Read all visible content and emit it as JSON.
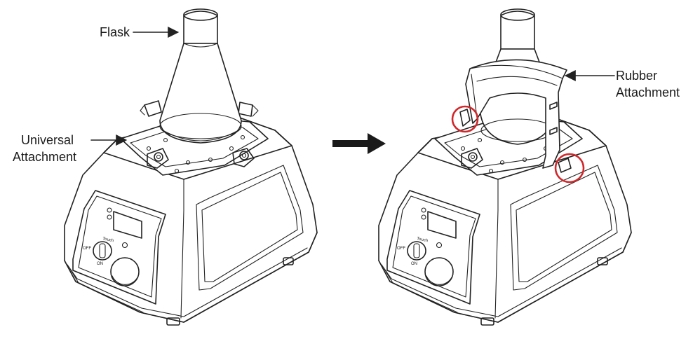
{
  "labels": {
    "flask": "Flask",
    "universal_line1": "Universal",
    "universal_line2": "Attachment",
    "rubber_line1": "Rubber",
    "rubber_line2": "Attachment"
  },
  "panel_text": {
    "touch": "Touch",
    "off": "OFF",
    "on": "ON"
  },
  "colors": {
    "outline": "#222222",
    "callout_circle": "#d0282b",
    "background": "#ffffff"
  },
  "icons": {
    "transition": "right-arrow-icon"
  }
}
